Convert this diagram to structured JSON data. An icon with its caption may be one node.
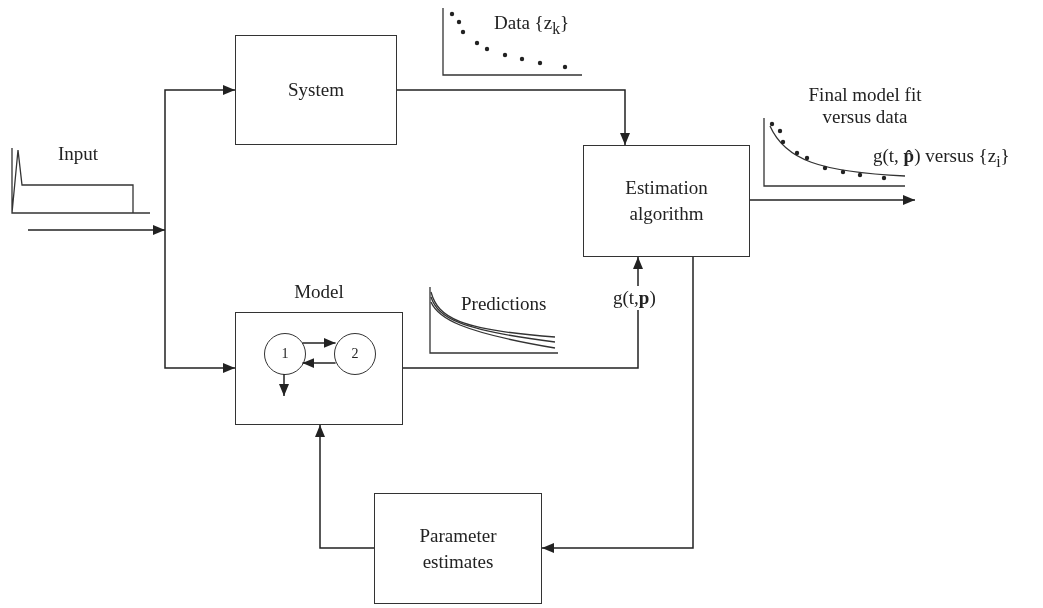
{
  "diagram": {
    "nodes": [
      {
        "text": [
          "System"
        ]
      },
      {
        "text": [
          "Estimation algorithm"
        ]
      },
      {
        "text": [
          "Model"
        ]
      },
      {
        "text": [
          "1"
        ],
        "in": 2
      },
      {
        "text": [
          "2"
        ],
        "in": 2
      },
      {
        "text": [
          "Parameter estimates"
        ]
      }
    ],
    "edges": [
      {
        "from": null,
        "to": 0,
        "arrow": "to"
      },
      {
        "from": null,
        "to": 2,
        "arrow": "to"
      },
      {
        "from": 0,
        "to": 1,
        "arrow": "to"
      },
      {
        "from": 2,
        "to": 1,
        "arrow": "to",
        "label": "g(t,**p**)"
      },
      {
        "from": 1,
        "to": null,
        "arrow": "to"
      },
      {
        "from": 1,
        "to": 5,
        "arrow": "to"
      },
      {
        "from": 5,
        "to": 2,
        "arrow": "to"
      },
      {
        "from": 3,
        "to": 4,
        "arrow": "to"
      },
      {
        "from": 4,
        "to": 3,
        "arrow": "to"
      },
      {
        "from": 3,
        "to": null,
        "arrow": "to"
      }
    ],
    "labels": [
      "Input",
      "Data {z$_{k}$}",
      "Predictions",
      "Final model fit versus data",
      "g(t, **p̂**) versus {z$_{i}$}"
    ]
  }
}
